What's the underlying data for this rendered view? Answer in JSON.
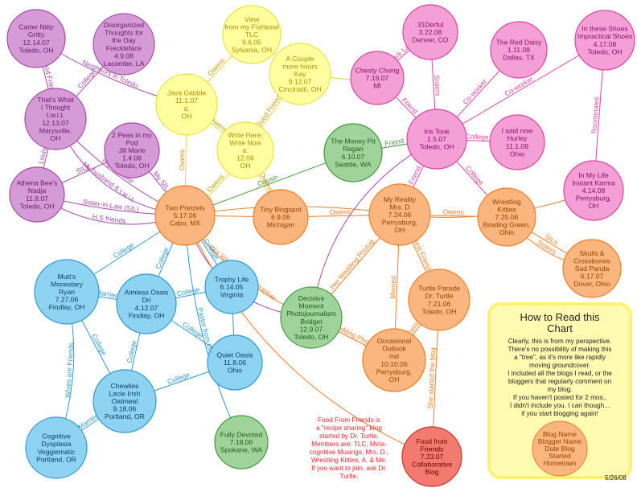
{
  "nodes": [
    {
      "id": "carter",
      "lines": [
        "Carter Nitty",
        "Gritty",
        "12.14.07",
        "Toledo, OH"
      ],
      "fill": "#d59bd7",
      "stroke": "#a64aa8",
      "text": "#6a1a6c"
    },
    {
      "id": "disorganized",
      "lines": [
        "Disorganized",
        "Thoughts for",
        "the Day",
        "Freckleface",
        "4.9.08",
        "Lacombe, LA"
      ],
      "fill": "#d59bd7",
      "stroke": "#a64aa8",
      "text": "#6a1a6c"
    },
    {
      "id": "thatswhat",
      "lines": [
        "That's What",
        "I Thought",
        "t.w.i.t.",
        "12.13.07",
        "Marysville,",
        "OH"
      ],
      "fill": "#d59bd7",
      "stroke": "#a64aa8",
      "text": "#6a1a6c"
    },
    {
      "id": "twopeas",
      "lines": [
        "2 Peas in my",
        "Pod",
        "Jill Marie",
        "1.4.08",
        "Toledo, OH"
      ],
      "fill": "#d59bd7",
      "stroke": "#a64aa8",
      "text": "#6a1a6c"
    },
    {
      "id": "athena",
      "lines": [
        "Athena Bee's",
        "Nadja",
        "11.8.07",
        "Toledo, OH"
      ],
      "fill": "#d59bd7",
      "stroke": "#a64aa8",
      "text": "#6a1a6c"
    },
    {
      "id": "view",
      "lines": [
        "View",
        "from my Fishbowl",
        "TLC",
        "9.6.05",
        "Sylvania, OH"
      ],
      "fill": "#ffffa0",
      "stroke": "#e8e23a",
      "text": "#b08a00"
    },
    {
      "id": "javagabble",
      "lines": [
        "Java Gabble",
        "11.1.07",
        "d.",
        "OH"
      ],
      "fill": "#ffffa0",
      "stroke": "#e8e23a",
      "text": "#b08a00"
    },
    {
      "id": "couplemore",
      "lines": [
        "A Couple",
        "more hours",
        "Kay",
        "9.12.07",
        "Cincinatti, OH"
      ],
      "fill": "#ffffa0",
      "stroke": "#e8e23a",
      "text": "#b08a00"
    },
    {
      "id": "writehere",
      "lines": [
        "Write Here,",
        "Write Now",
        "a.",
        "12.06",
        "OH"
      ],
      "fill": "#ffffa0",
      "stroke": "#e8e23a",
      "text": "#b08a00"
    },
    {
      "id": "moneypit",
      "lines": [
        "The Money Pit",
        "Ragan",
        "6.10.07",
        "Seattle, WA"
      ],
      "fill": "#9fd39a",
      "stroke": "#3f9a3a",
      "text": "#1d5e1a"
    },
    {
      "id": "31derful",
      "lines": [
        "31Derful",
        "3.22.08",
        "Denver, CO"
      ],
      "fill": "#f59fd7",
      "stroke": "#d9459e",
      "text": "#8a1266"
    },
    {
      "id": "chesty",
      "lines": [
        "Chesty Chong",
        "7.19.07",
        "MI"
      ],
      "fill": "#f59fd7",
      "stroke": "#d9459e",
      "text": "#8a1266"
    },
    {
      "id": "reddaisy",
      "lines": [
        "The Red Daisy",
        "1.11.08",
        "Dallas, TX"
      ],
      "fill": "#f59fd7",
      "stroke": "#d9459e",
      "text": "#8a1266"
    },
    {
      "id": "inthese",
      "lines": [
        "In these Shoes",
        "Impractical Shoes",
        "4.17.08",
        "Toledo, OH"
      ],
      "fill": "#f59fd7",
      "stroke": "#d9459e",
      "text": "#8a1266"
    },
    {
      "id": "iristook",
      "lines": [
        "Iris Took",
        "1.5.07",
        "Toledo, OH"
      ],
      "fill": "#f59fd7",
      "stroke": "#d9459e",
      "text": "#8a1266"
    },
    {
      "id": "isaidnow",
      "lines": [
        "I said now",
        "Hurley",
        "11.1.09",
        "Ohio"
      ],
      "fill": "#f59fd7",
      "stroke": "#d9459e",
      "text": "#8a1266"
    },
    {
      "id": "inmylife",
      "lines": [
        "In My Life",
        "Instant Karma",
        "4.14.08",
        "Perrysburg,",
        "OH"
      ],
      "fill": "#f59fd7",
      "stroke": "#d9459e",
      "text": "#8a1266"
    },
    {
      "id": "twopretzels",
      "lines": [
        "Two Pretzels",
        "5.17.06",
        "Cabo, MX"
      ],
      "fill": "#fbb57e",
      "stroke": "#ef7d25",
      "text": "#9a4200"
    },
    {
      "id": "tinyblog",
      "lines": [
        "Tiny Blogspot",
        "6.9.06",
        "Michigan"
      ],
      "fill": "#fbb57e",
      "stroke": "#ef7d25",
      "text": "#9a4200"
    },
    {
      "id": "myreality",
      "lines": [
        "My Reality",
        "Mrs. D",
        "7.24.06",
        "Perrysburg,",
        "OH"
      ],
      "fill": "#fbb57e",
      "stroke": "#ef7d25",
      "text": "#9a4200"
    },
    {
      "id": "wrestling",
      "lines": [
        "Wrestling",
        "Kitties",
        "7.25.06",
        "Bowling Green,",
        "Ohio"
      ],
      "fill": "#fbb57e",
      "stroke": "#ef7d25",
      "text": "#9a4200"
    },
    {
      "id": "skulls",
      "lines": [
        "Skulls &",
        "Crossbones",
        "Sad Panda",
        "6.17.07",
        "Dover, Ohio"
      ],
      "fill": "#fbb57e",
      "stroke": "#ef7d25",
      "text": "#9a4200"
    },
    {
      "id": "turtleparade",
      "lines": [
        "Turtle Parade",
        "Dr. Turtle",
        "7.21.06",
        "Toledo, OH"
      ],
      "fill": "#fbb57e",
      "stroke": "#ef7d25",
      "text": "#9a4200"
    },
    {
      "id": "occasional",
      "lines": [
        "Occasional",
        "Outlook",
        "md",
        "10.10.06",
        "Perrysburg,",
        "OH"
      ],
      "fill": "#fbb57e",
      "stroke": "#ef7d25",
      "text": "#9a4200"
    },
    {
      "id": "foodfriends",
      "lines": [
        "Food from",
        "Friends",
        "7.23.07",
        "Collaborative",
        "Blog"
      ],
      "fill": "#f37a6f",
      "stroke": "#c9352c",
      "text": "#6a0000"
    },
    {
      "id": "decisive",
      "lines": [
        "Decisive",
        "Moment",
        "Photojournalism",
        "Bridget",
        "12.9.07",
        "Toledo, OH"
      ],
      "fill": "#9fd39a",
      "stroke": "#3f9a3a",
      "text": "#1d5e1a"
    },
    {
      "id": "fullydevoted",
      "lines": [
        "Fully Devoted",
        "7.18.06",
        "Spokane, WA"
      ],
      "fill": "#9fd39a",
      "stroke": "#3f9a3a",
      "text": "#1d5e1a"
    },
    {
      "id": "mutts",
      "lines": [
        "Mutt's",
        "Monestary",
        "Ryan",
        "7.27.06",
        "Findlay, OH"
      ],
      "fill": "#8fd3f2",
      "stroke": "#2f98cf",
      "text": "#0d3c60"
    },
    {
      "id": "aimless",
      "lines": [
        "Aimless Oasis",
        "Dri",
        "4.12.07",
        "Findlay, OH"
      ],
      "fill": "#8fd3f2",
      "stroke": "#2f98cf",
      "text": "#0d3c60"
    },
    {
      "id": "trophy",
      "lines": [
        "Trophy Life",
        "6.14.05",
        "Virginia"
      ],
      "fill": "#8fd3f2",
      "stroke": "#2f98cf",
      "text": "#0d3c60"
    },
    {
      "id": "quietoasis",
      "lines": [
        "Quiet Oasis",
        "11.8.06",
        "Ohio"
      ],
      "fill": "#8fd3f2",
      "stroke": "#2f98cf",
      "text": "#0d3c60"
    },
    {
      "id": "chewlies",
      "lines": [
        "Chewlies",
        "Lacie Irish",
        "Oatmeal",
        "9.18.06",
        "Portland, OR"
      ],
      "fill": "#8fd3f2",
      "stroke": "#2f98cf",
      "text": "#0d3c60"
    },
    {
      "id": "cognitive",
      "lines": [
        "Cognitive",
        "Dysplasia",
        "Veggiematic",
        "Portland, OR"
      ],
      "fill": "#8fd3f2",
      "stroke": "#2f98cf",
      "text": "#0d3c60"
    }
  ],
  "edges": [
    {
      "from": "carter",
      "to": "thatswhat",
      "label": "Good Friends",
      "color": "#a64aa8"
    },
    {
      "from": "carter",
      "to": "javagabble",
      "label": "Neighbors in Toledo",
      "color": "#a64aa8"
    },
    {
      "from": "disorganized",
      "to": "thatswhat",
      "label": "College",
      "color": "#a64aa8"
    },
    {
      "from": "thatswhat",
      "to": "twopretzels",
      "label": "High School",
      "color": "#a64aa8"
    },
    {
      "from": "thatswhat",
      "to": "athena",
      "label": "Louis",
      "color": "#a64aa8"
    },
    {
      "from": "thatswhat",
      "to": "twopretzels",
      "label": "My husband & t.w.i.t.",
      "color": "#a64aa8"
    },
    {
      "from": "twopeas",
      "to": "twopretzels",
      "label": "My SIL",
      "color": "#a64aa8"
    },
    {
      "from": "athena",
      "to": "twopeas",
      "label": "SILs",
      "color": "#a64aa8"
    },
    {
      "from": "athena",
      "to": "twopretzels",
      "label": "Sister-in-Law (SIL)",
      "color": "#a64aa8"
    },
    {
      "from": "athena",
      "to": "twopretzels",
      "label": "H.S friends",
      "color": "#a64aa8"
    },
    {
      "from": "view",
      "to": "javagabble",
      "label": "Owens",
      "color": "#e8d636"
    },
    {
      "from": "javagabble",
      "to": "writehere",
      "label": "Owens",
      "color": "#e8d636"
    },
    {
      "from": "javagabble",
      "to": "twopretzels",
      "label": "Owens",
      "color": "#e8d636"
    },
    {
      "from": "writehere",
      "to": "couplemore",
      "label": "Good Friends",
      "color": "#e8d636"
    },
    {
      "from": "writehere",
      "to": "twopretzels",
      "label": "Owens",
      "color": "#e8d636"
    },
    {
      "from": "writehere",
      "to": "tinyblog",
      "label": "Owens",
      "color": "#e8d636"
    },
    {
      "from": "view",
      "to": "chesty",
      "label": "Owens",
      "color": "#e8d636"
    },
    {
      "from": "twopretzels",
      "to": "moneypit",
      "label": "Cousin",
      "color": "#3f9a3a"
    },
    {
      "from": "moneypit",
      "to": "iristook",
      "label": "Friend",
      "color": "#3f9a3a"
    },
    {
      "from": "31derful",
      "to": "chesty",
      "label": "Clark Lake",
      "color": "#d9459e"
    },
    {
      "from": "chesty",
      "to": "iristook",
      "label": "Friend",
      "color": "#d9459e"
    },
    {
      "from": "31derful",
      "to": "iristook",
      "label": "Sisters",
      "color": "#d9459e"
    },
    {
      "from": "reddaisy",
      "to": "iristook",
      "label": "Co-worker",
      "color": "#d9459e"
    },
    {
      "from": "inthese",
      "to": "iristook",
      "label": "Co-worker",
      "color": "#d9459e"
    },
    {
      "from": "inthese",
      "to": "inmylife",
      "label": "Roommates",
      "color": "#d9459e"
    },
    {
      "from": "iristook",
      "to": "isaidnow",
      "label": "College",
      "color": "#d9459e"
    },
    {
      "from": "iristook",
      "to": "myreality",
      "label": "Friend",
      "color": "#d9459e"
    },
    {
      "from": "iristook",
      "to": "wrestling",
      "label": "College",
      "color": "#d9459e"
    },
    {
      "from": "twopretzels",
      "to": "tinyblog",
      "label": "",
      "color": "#ef7d25"
    },
    {
      "from": "tinyblog",
      "to": "myreality",
      "label": "Owens",
      "color": "#ef7d25"
    },
    {
      "from": "myreality",
      "to": "wrestling",
      "label": "Owens",
      "color": "#ef7d25"
    },
    {
      "from": "twopretzels",
      "to": "myreality",
      "label": "Owens",
      "color": "#ef7d25"
    },
    {
      "from": "wrestling",
      "to": "skulls",
      "label": "SILs",
      "color": "#ef7d25"
    },
    {
      "from": "wrestling",
      "to": "skulls",
      "label": "Sisters",
      "color": "#ef7d25"
    },
    {
      "from": "myreality",
      "to": "turtleparade",
      "label": "Best Friends",
      "color": "#ef7d25"
    },
    {
      "from": "myreality",
      "to": "occasional",
      "label": "Married",
      "color": "#ef7d25"
    },
    {
      "from": "occasional",
      "to": "turtleparade",
      "label": "Friends",
      "color": "#ef7d25"
    },
    {
      "from": "turtleparade",
      "to": "foodfriends",
      "label": "She started the blog",
      "color": "#ef7d25"
    },
    {
      "from": "decisive",
      "to": "occasional",
      "label": "Wedding Photog",
      "color": "#ef7d25"
    },
    {
      "from": "decisive",
      "to": "myreality",
      "label": "Her Wedding Photog.",
      "color": "#ef7d25"
    },
    {
      "from": "twopretzels",
      "to": "decisive",
      "label": "Our Wedding Photographer",
      "color": "#ef7d25"
    },
    {
      "from": "twopretzels",
      "to": "decisive",
      "label": "Friends",
      "color": "#a64aa8"
    },
    {
      "from": "twopretzels",
      "to": "mutts",
      "label": "College",
      "color": "#2f98cf"
    },
    {
      "from": "twopretzels",
      "to": "aimless",
      "label": "College",
      "color": "#2f98cf"
    },
    {
      "from": "twopretzels",
      "to": "trophy",
      "label": "College",
      "color": "#2f98cf"
    },
    {
      "from": "mutts",
      "to": "aimless",
      "label": "Married",
      "color": "#2f98cf"
    },
    {
      "from": "aimless",
      "to": "trophy",
      "label": "College",
      "color": "#2f98cf"
    },
    {
      "from": "aimless",
      "to": "quietoasis",
      "label": "College",
      "color": "#2f98cf"
    },
    {
      "from": "mutts",
      "to": "chewlies",
      "label": "College",
      "color": "#2f98cf"
    },
    {
      "from": "aimless",
      "to": "chewlies",
      "label": "College",
      "color": "#2f98cf"
    },
    {
      "from": "chewlies",
      "to": "quietoasis",
      "label": "College",
      "color": "#2f98cf"
    },
    {
      "from": "mutts",
      "to": "cognitive",
      "label": "Wives are Friends",
      "color": "#2f98cf"
    },
    {
      "from": "cognitive",
      "to": "chewlies",
      "label": "Married",
      "color": "#2f98cf"
    },
    {
      "from": "twopretzels",
      "to": "fullydevoted",
      "label": "Pastor from OH",
      "color": "#2f98cf"
    },
    {
      "from": "trophy",
      "to": "quietoasis",
      "label": "",
      "color": "#2f98cf"
    },
    {
      "from": "myreality",
      "to": "inmylife",
      "label": "",
      "color": "#ef7d25"
    },
    {
      "from": "decisive",
      "to": "iristook",
      "label": "",
      "color": "#a64aa8"
    },
    {
      "from": "twopretzels",
      "to": "foodfriends",
      "label": "",
      "color": "#ef7d25"
    }
  ],
  "legend": {
    "title_lines": [
      "How to Read this",
      "Chart"
    ],
    "body_lines": [
      "Clearly, this is from my perspective.",
      "There's no possibility of making this",
      "a \"tree\", as it's more like rapidly",
      "moving groundcover.",
      "I included all the blogs I read, or the",
      "bloggers that regularly comment on",
      "my blog.",
      "If you haven't posted for 2 mos.,",
      "I didn't include you. I can though...",
      "if you start blogging again!"
    ],
    "sample_lines": [
      "Blog Name",
      "Blogger Name",
      "Date Blog",
      "Started",
      "Hometown"
    ],
    "sample_fill": "#fbb57e",
    "sample_stroke": "#ef7d25",
    "sample_text": "#9a4200"
  },
  "note_lines": [
    "Food From Friends is",
    "a \"recipe sharing\" blog",
    "started by Dr. Turtle.",
    "Members are: TLC, Meta-",
    "cognitive Musings, Mrs. D.,",
    "Wrestling Kitties, A. & Me.",
    "If you want to join, ask Dr.",
    "Turtle."
  ],
  "date": "5/26/08"
}
